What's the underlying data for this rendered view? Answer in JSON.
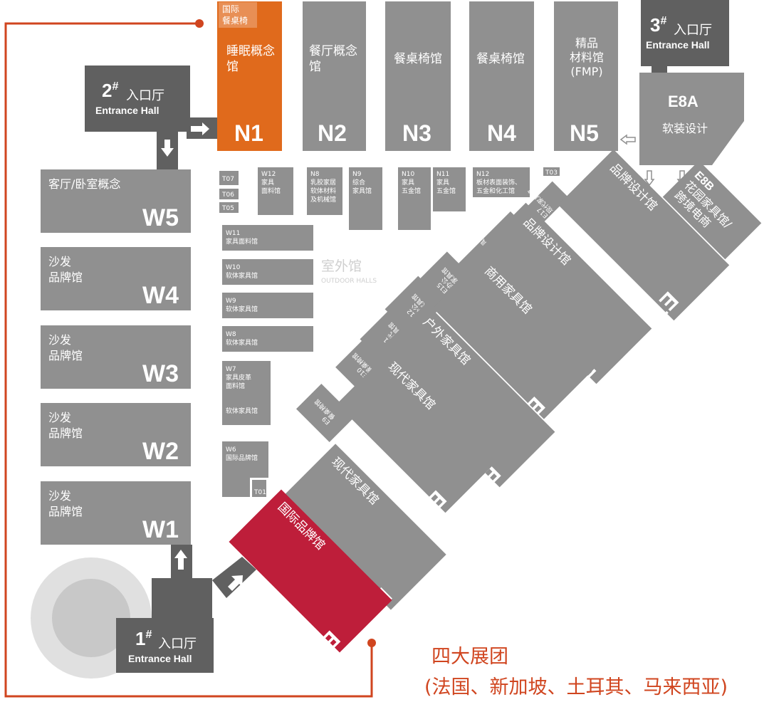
{
  "colors": {
    "hall": "#909090",
    "dark": "#606060",
    "orange": "#e06a1c",
    "crimson": "#be1e3a",
    "red_line": "#d0451f",
    "circle_outer": "#e0e0e0",
    "circle_inner": "#c8c8c8"
  },
  "north": {
    "n1": {
      "badge": "国际\n餐桌椅",
      "name": "睡眠概念\n馆",
      "code": "N1"
    },
    "n2": {
      "name": "餐厅概念\n馆",
      "code": "N2"
    },
    "n3": {
      "name": "餐桌椅馆",
      "code": "N3"
    },
    "n4": {
      "name": "餐桌椅馆",
      "code": "N4"
    },
    "n5": {
      "name": "精品\n材料馆\n(FMP)",
      "code": "N5"
    }
  },
  "west": {
    "w5": {
      "name": "客厅/卧室概念",
      "code": "W5"
    },
    "w4": {
      "name": "沙发\n品牌馆",
      "code": "W4"
    },
    "w3": {
      "name": "沙发\n品牌馆",
      "code": "W3"
    },
    "w2": {
      "name": "沙发\n品牌馆",
      "code": "W2"
    },
    "w1": {
      "name": "沙发\n品牌馆",
      "code": "W1"
    }
  },
  "entrances": {
    "e1": {
      "num": "1",
      "sup": "#",
      "label": "入口厅",
      "en": "Entrance Hall"
    },
    "e2": {
      "num": "2",
      "sup": "#",
      "label": "入口厅",
      "en": "Entrance Hall"
    },
    "e3": {
      "num": "3",
      "sup": "#",
      "label": "入口厅",
      "en": "Entrance Hall"
    }
  },
  "east": {
    "e8a": {
      "code": "E8A",
      "name": "软装设计"
    },
    "e8b": {
      "code": "E8B",
      "name": "花园家具馆/\n跨境电商"
    },
    "e7": {
      "code": "E7",
      "name": "品牌设计馆"
    },
    "e6": {
      "code": "E6",
      "name": "品牌设计馆"
    },
    "e5": {
      "code": "E5",
      "name": "商用家具馆"
    },
    "e4": {
      "code": "E4",
      "name": "户外家具馆"
    },
    "e3": {
      "code": "E3",
      "name": "现代家具馆"
    },
    "e2": {
      "code": "E2",
      "name": "现代家具馆"
    },
    "e1": {
      "code": "E1",
      "name": "国际品牌馆"
    }
  },
  "outdoor": {
    "title": "室外馆",
    "subtitle": "OUTDOOR HALLS",
    "t07": "T07",
    "t06": "T06",
    "t05": "T05",
    "t03": "T03",
    "t01": "T01",
    "w12": "W12\n家具\n面料馆",
    "n8": "N8\n乳胶家居\n软体材料\n及机械馆",
    "n9": "N9\n综合\n家具馆",
    "n10": "N10\n家具\n五金馆",
    "n11": "N11\n家具\n五金馆",
    "n12": "N12\n板材表面装饰、\n五金和化工馆",
    "w11": "W11\n家具面料馆",
    "w10": "W10\n软体家具馆",
    "w9": "W9\n软体家具馆",
    "w8": "W8\n软体家具馆",
    "w7": "W7\n家具皮革\n面料馆\n\n软体家具馆",
    "w6": "W6\n国际品牌馆",
    "e17": "E17\n现代家具馆",
    "e16": "E16\n现代家具馆",
    "e15": "E15\n办公\n家具馆",
    "e12": "E12\n办公\n家具馆",
    "e11": "E11\n现代\n家具馆",
    "e10": "E10\n餐桌椅馆",
    "e9": "E9\n餐桌椅馆"
  },
  "callout": {
    "title": "四大展团",
    "subtitle": "(法国、新加坡、土耳其、马来西亚)"
  }
}
